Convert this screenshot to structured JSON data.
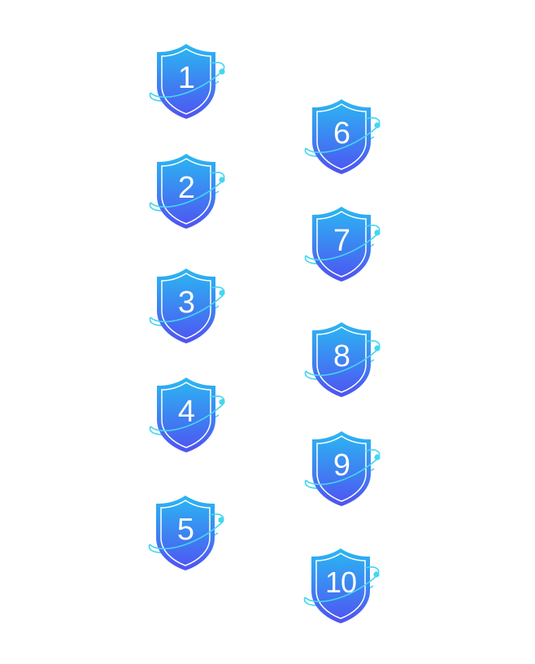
{
  "colors": {
    "shield_top": "#2ab8f2",
    "shield_bottom": "#4f52f2",
    "orbit": "#45d6f0",
    "inner_border": "#ffffff",
    "number": "#ffffff"
  },
  "badges": [
    {
      "label": "1",
      "icon": "shield-orbit-icon"
    },
    {
      "label": "2",
      "icon": "shield-orbit-icon"
    },
    {
      "label": "3",
      "icon": "shield-orbit-icon"
    },
    {
      "label": "4",
      "icon": "shield-orbit-icon"
    },
    {
      "label": "5",
      "icon": "shield-orbit-icon"
    },
    {
      "label": "6",
      "icon": "shield-orbit-icon"
    },
    {
      "label": "7",
      "icon": "shield-orbit-icon"
    },
    {
      "label": "8",
      "icon": "shield-orbit-icon"
    },
    {
      "label": "9",
      "icon": "shield-orbit-icon"
    },
    {
      "label": "10",
      "icon": "shield-orbit-icon"
    }
  ]
}
